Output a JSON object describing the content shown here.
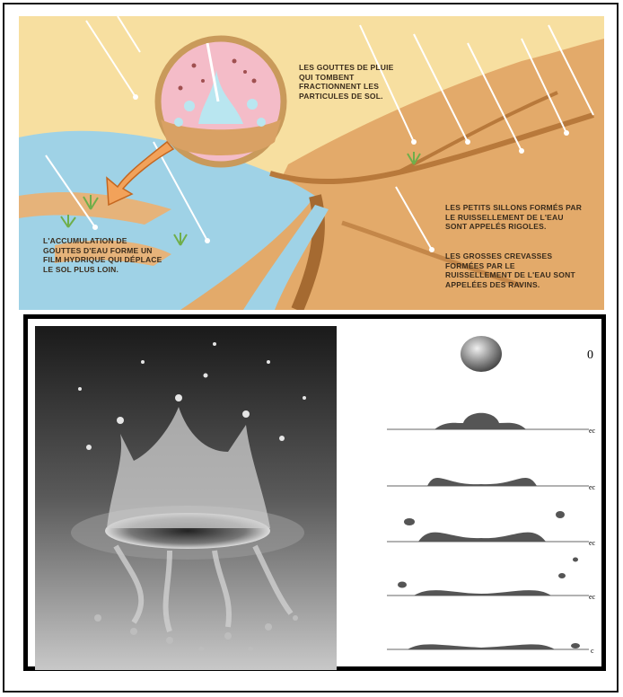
{
  "erosion_diagram": {
    "caption_raindrops": [
      "LES GOUTTES DE PLUIE",
      "QUI TOMBENT",
      "FRACTIONNENT LES",
      "PARTICULES DE SOL."
    ],
    "caption_film": [
      "L'ACCUMULATION DE",
      "GOUTTES D'EAU FORME UN",
      "FILM HYDRIQUE QUI DÉPLACE",
      "LE SOL PLUS LOIN."
    ],
    "caption_rigoles": [
      "LES PETITS SILLONS FORMÉS PAR",
      "LE RUISSELLEMENT DE L'EAU",
      "SONT APPELÉS RIGOLES."
    ],
    "caption_ravins": [
      "LES GROSSES CREVASSES",
      "FORMÉES PAR LE",
      "RUISSELLEMENT DE L'EAU SONT",
      "APPELÉES DES RAVINS."
    ],
    "colors": {
      "sky": "#f7dfa0",
      "soil": "#e3aa6a",
      "soil_dark": "#b8793b",
      "water": "#9fd2e6",
      "drop_circle": "#f4bcc8"
    }
  },
  "drop_impact": {
    "stage_labels": [
      "0",
      "ec",
      "ec",
      "ec",
      "ec",
      "c"
    ],
    "colors": {
      "droplet": "#555555",
      "baseline": "#666666"
    }
  }
}
